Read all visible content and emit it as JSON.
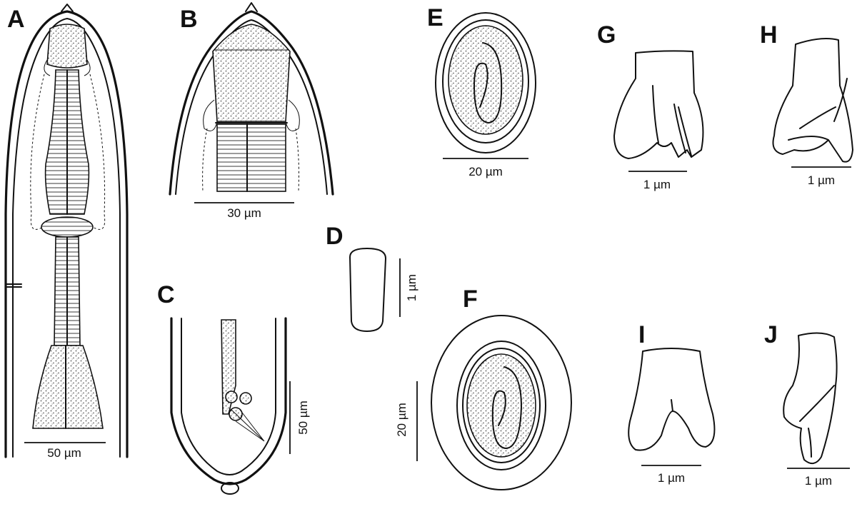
{
  "figure": {
    "panels": [
      {
        "letter": "A",
        "scale_label": "50 µm"
      },
      {
        "letter": "B",
        "scale_label": "30 µm"
      },
      {
        "letter": "C",
        "scale_label": "50 µm"
      },
      {
        "letter": "D",
        "scale_label": "1 µm"
      },
      {
        "letter": "E",
        "scale_label": "20 µm"
      },
      {
        "letter": "F",
        "scale_label": "20 µm"
      },
      {
        "letter": "G",
        "scale_label": "1 µm"
      },
      {
        "letter": "H",
        "scale_label": "1 µm"
      },
      {
        "letter": "I",
        "scale_label": "1 µm"
      },
      {
        "letter": "J",
        "scale_label": "1 µm"
      }
    ]
  }
}
